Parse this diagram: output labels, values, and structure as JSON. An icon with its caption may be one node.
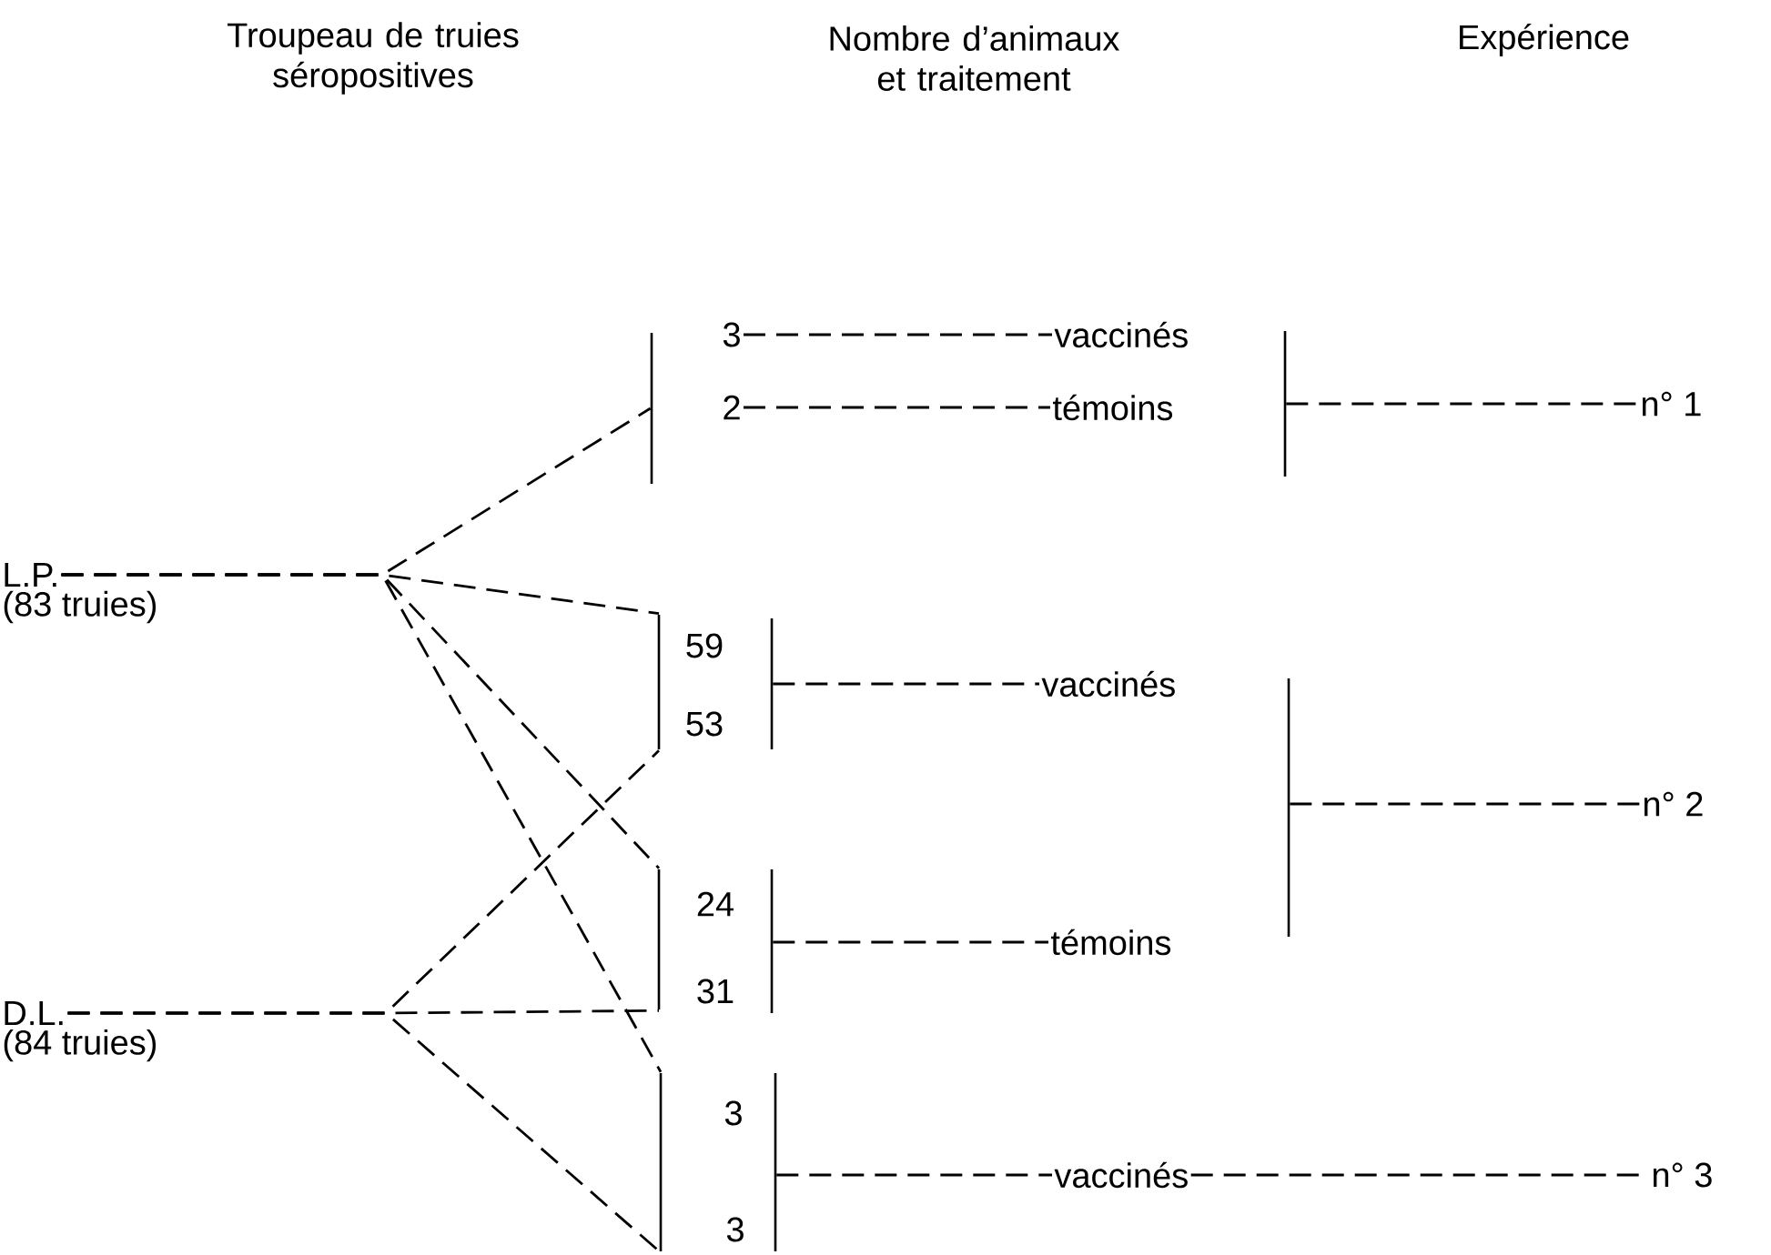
{
  "diagram": {
    "nodes": [
      {
        "text": [
          "L.P.",
          "(83 truies)"
        ]
      },
      {
        "text": [
          "D.L.",
          "(84 truies)"
        ]
      },
      {
        "text": [],
        "shape": "bar"
      },
      {
        "text": [
          "3"
        ]
      },
      {
        "text": [
          "vaccinés"
        ]
      },
      {
        "text": [
          "2"
        ]
      },
      {
        "text": [
          "témoins"
        ]
      },
      {
        "text": [],
        "shape": "bar"
      },
      {
        "text": [
          "n° 1"
        ]
      },
      {
        "text": [],
        "shape": "bar"
      },
      {
        "text": [
          "59"
        ]
      },
      {
        "text": [
          "53"
        ]
      },
      {
        "text": [],
        "shape": "bar"
      },
      {
        "text": [
          "vaccinés"
        ]
      },
      {
        "text": [],
        "shape": "bar"
      },
      {
        "text": [
          "24"
        ]
      },
      {
        "text": [
          "31"
        ]
      },
      {
        "text": [],
        "shape": "bar"
      },
      {
        "text": [
          "témoins"
        ]
      },
      {
        "text": [],
        "shape": "bar"
      },
      {
        "text": [
          "n° 2"
        ]
      },
      {
        "text": [],
        "shape": "bar"
      },
      {
        "text": [
          "3"
        ]
      },
      {
        "text": [
          "3"
        ]
      },
      {
        "text": [],
        "shape": "bar"
      },
      {
        "text": [
          "vaccinés"
        ]
      },
      {
        "text": [
          "n° 3"
        ]
      }
    ],
    "edges": [
      {
        "from": 0,
        "to": 2,
        "arrow": "none",
        "style": "dashed"
      },
      {
        "from": 0,
        "to": 9,
        "arrow": "none",
        "style": "dashed"
      },
      {
        "from": 0,
        "to": 14,
        "arrow": "none",
        "style": "dashed"
      },
      {
        "from": 0,
        "to": 21,
        "arrow": "none",
        "style": "dashed"
      },
      {
        "from": 1,
        "to": 9,
        "arrow": "none",
        "style": "dashed"
      },
      {
        "from": 1,
        "to": 14,
        "arrow": "none",
        "style": "dashed"
      },
      {
        "from": 1,
        "to": 21,
        "arrow": "none",
        "style": "dashed"
      },
      {
        "from": 3,
        "to": 4,
        "arrow": "none",
        "style": "dashed"
      },
      {
        "from": 5,
        "to": 6,
        "arrow": "none",
        "style": "dashed"
      },
      {
        "from": 7,
        "to": 8,
        "arrow": "none",
        "style": "dashed"
      },
      {
        "from": 12,
        "to": 13,
        "arrow": "none",
        "style": "dashed"
      },
      {
        "from": 17,
        "to": 18,
        "arrow": "none",
        "style": "dashed"
      },
      {
        "from": 19,
        "to": 20,
        "arrow": "none",
        "style": "dashed"
      },
      {
        "from": 24,
        "to": 25,
        "arrow": "none",
        "style": "dashed"
      },
      {
        "from": 25,
        "to": 26,
        "arrow": "none",
        "style": "dashed"
      }
    ],
    "labels": [
      "Troupeau de truies séropositives",
      "Nombre d’animaux et traitement",
      "Expérience"
    ]
  }
}
